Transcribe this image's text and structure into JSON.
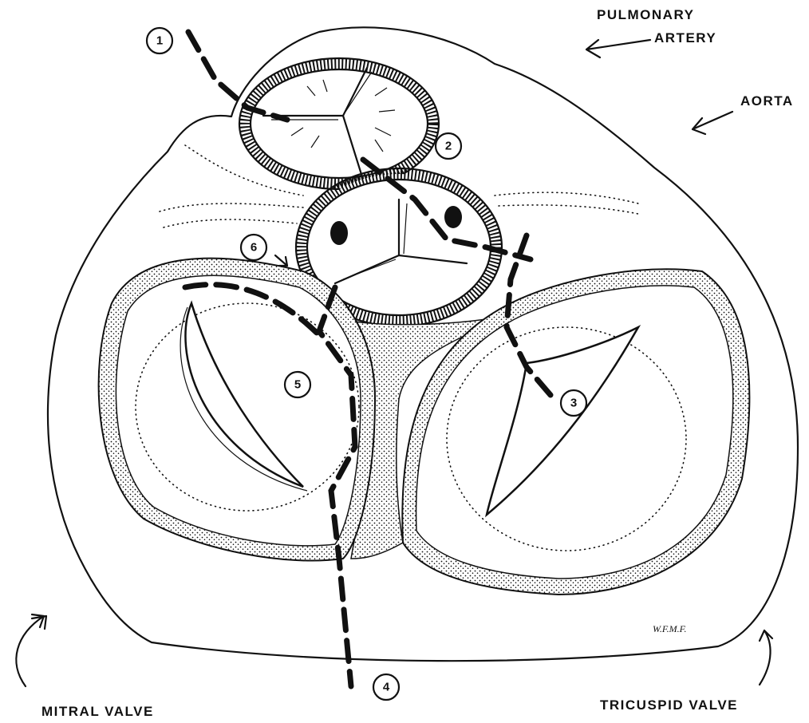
{
  "labels": {
    "pulmonary_line1": "PULMONARY",
    "pulmonary_line2": "ARTERY",
    "aorta": "AORTA",
    "mitral_valve": "MITRAL VALVE",
    "tricuspid_valve": "TRICUSPID VALVE"
  },
  "markers": [
    "1",
    "2",
    "3",
    "4",
    "5",
    "6"
  ],
  "signature": "W.F.M.F."
}
